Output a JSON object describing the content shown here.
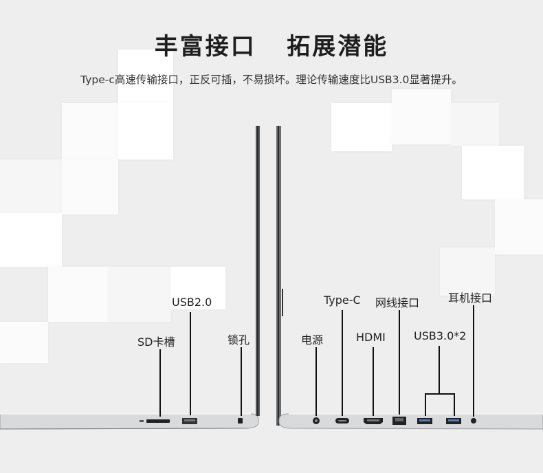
{
  "heading": {
    "title": "丰富接口   拓展潜能",
    "subtitle": "Type-c高速传输接口，正反可插，不易损坏。理论传输速度比USB3.0显著提升。"
  },
  "left_ports": {
    "sd": "SD卡槽",
    "usb2": "USB2.0",
    "lock": "锁孔"
  },
  "right_ports": {
    "power": "电源",
    "typec": "Type-C",
    "hdmi": "HDMI",
    "lan": "网线接口",
    "usb3": "USB3.0*2",
    "audio": "耳机接口"
  }
}
